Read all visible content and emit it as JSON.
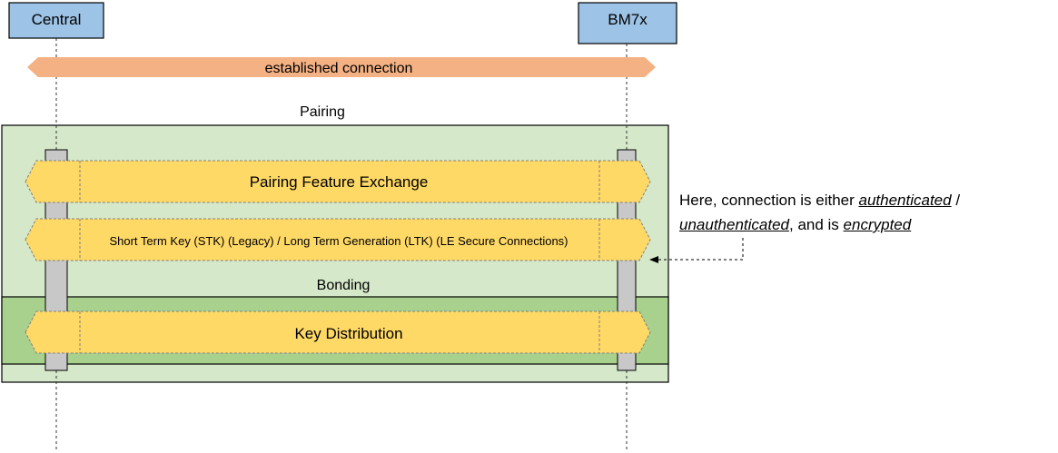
{
  "participants": {
    "central": "Central",
    "peripheral": "BM7x"
  },
  "connection": {
    "label": "established connection"
  },
  "sections": {
    "pairing": "Pairing",
    "bonding": "Bonding"
  },
  "steps": {
    "feature_exchange": "Pairing Feature Exchange",
    "key_generation": "Short Term Key (STK) (Legacy) / Long Term Generation (LTK) (LE Secure Connections)",
    "key_distribution": "Key Distribution"
  },
  "note": {
    "part1": "Here, connection is either ",
    "authenticated": "authenticated",
    "part2": " / ",
    "unauthenticated": "unauthenticated",
    "part3": ", and is ",
    "encrypted": "encrypted"
  },
  "colors": {
    "participant_box": "#9dc3e6",
    "connection_arrow": "#f4b183",
    "pairing_region": "#d5e8c9",
    "bonding_region": "#a9d18e",
    "step_arrow": "#ffd966",
    "activation_bar": "#c8c8c8"
  }
}
